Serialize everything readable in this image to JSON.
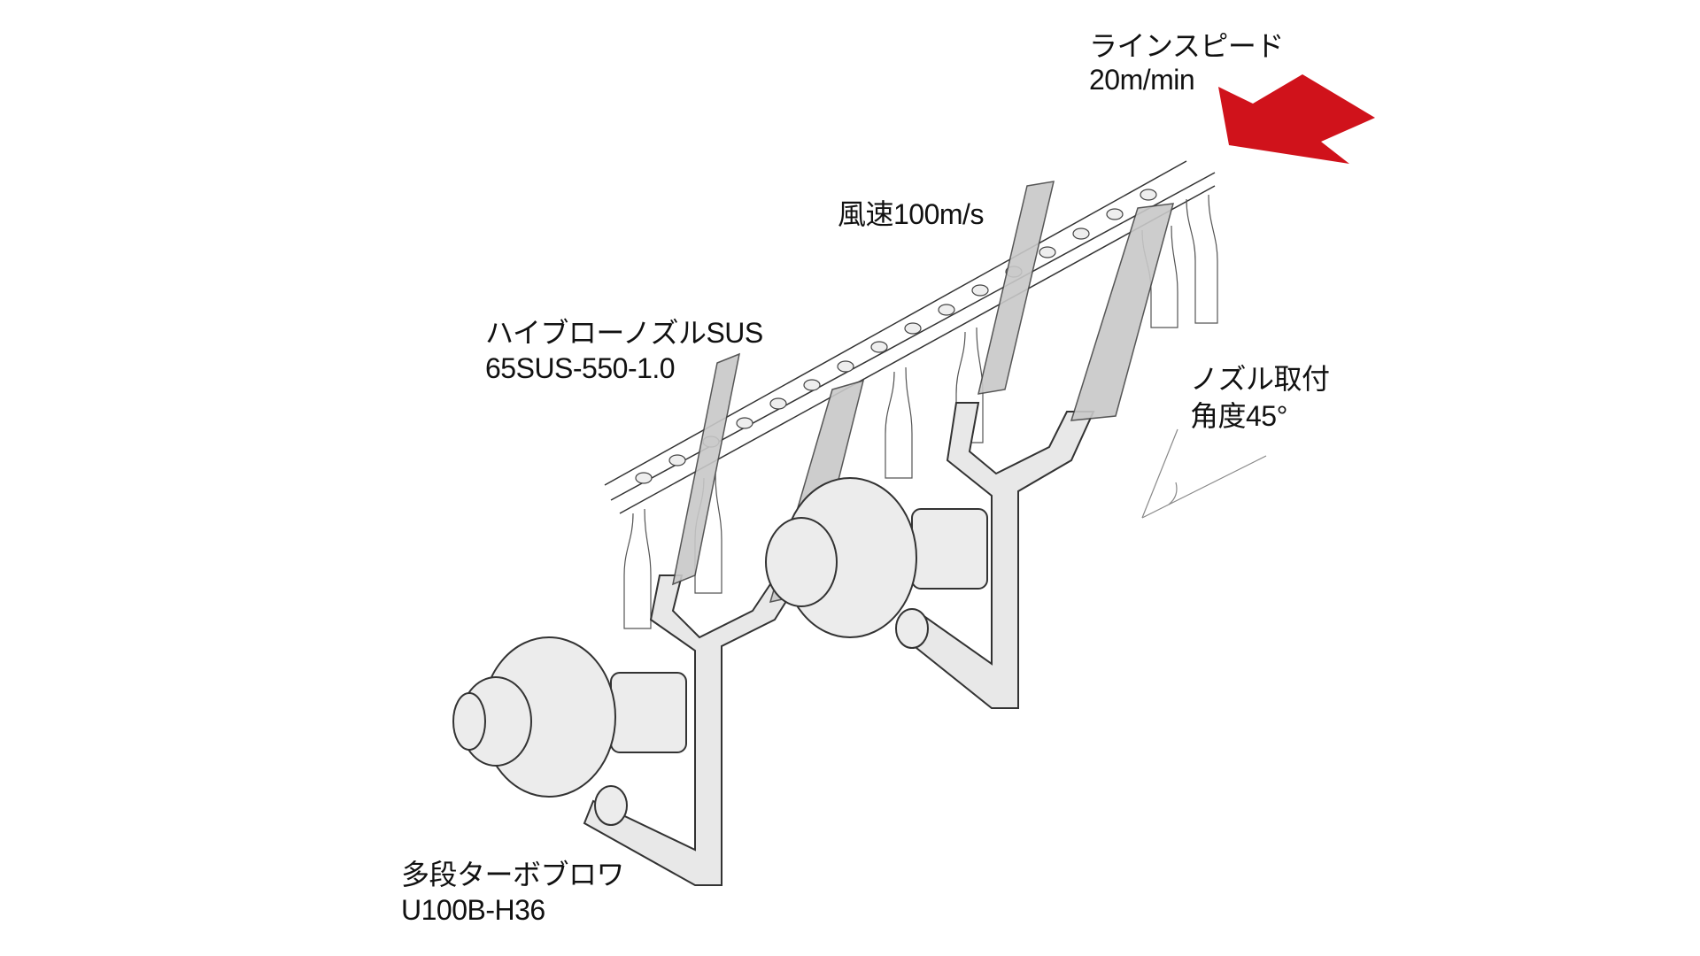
{
  "labels": {
    "line_speed_title": "ラインスピード",
    "line_speed_value": "20m/min",
    "wind_speed": "風速100m/s",
    "nozzle_name": "ハイブローノズルSUS",
    "nozzle_model": "65SUS-550-1.0",
    "angle_title": "ノズル取付",
    "angle_value": "角度45°",
    "blower_name": "多段ターボブロワ",
    "blower_model": "U100B-H36"
  },
  "colors": {
    "arrow": "#d0121b",
    "pipe": "#e6e6e6",
    "nozzle": "#c8c8c8"
  }
}
